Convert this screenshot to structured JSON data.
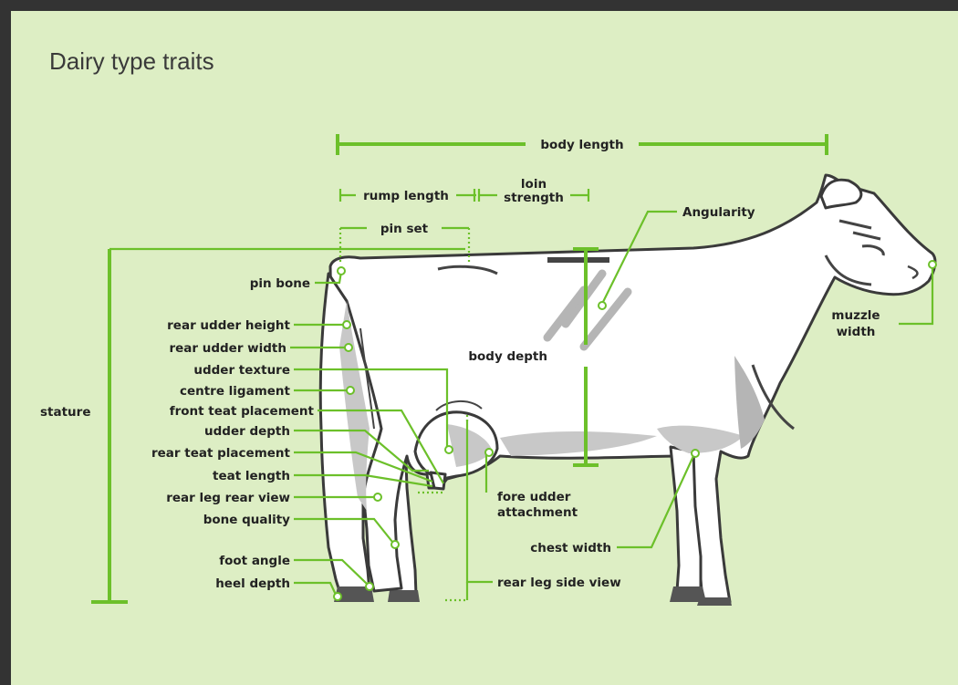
{
  "title": "Dairy type traits",
  "colors": {
    "accent": "#6cc02a",
    "background": "#ddeec4",
    "frame": "#333333"
  },
  "labels": {
    "body_length": "body length",
    "rump_length": "rump length",
    "loin_strength_1": "loin",
    "loin_strength_2": "strength",
    "pin_set": "pin set",
    "angularity": "Angularity",
    "pin_bone": "pin bone",
    "rear_udder_height": "rear udder height",
    "rear_udder_width": "rear udder width",
    "udder_texture": "udder texture",
    "centre_ligament": "centre ligament",
    "front_teat_placement": "front teat placement",
    "udder_depth": "udder depth",
    "rear_teat_placement": "rear teat placement",
    "teat_length": "teat length",
    "rear_leg_rear_view": "rear leg rear view",
    "bone_quality": "bone quality",
    "foot_angle": "foot angle",
    "heel_depth": "heel depth",
    "stature": "stature",
    "body_depth": "body depth",
    "muzzle_width_1": "muzzle",
    "muzzle_width_2": "width",
    "fore_udder_attachment_1": "fore udder",
    "fore_udder_attachment_2": "attachment",
    "chest_width": "chest width",
    "rear_leg_side_view": "rear leg side view"
  }
}
